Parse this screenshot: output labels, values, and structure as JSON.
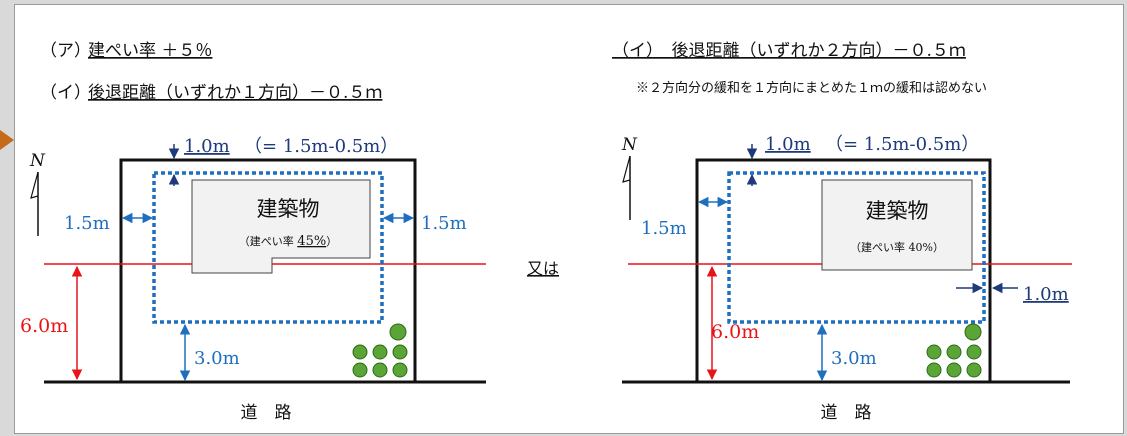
{
  "left": {
    "item_a_label": "（ア）",
    "item_a_text": "建ぺい率 ＋５％",
    "item_i_label": "（イ）",
    "item_i_text": "後退距離（いずれか１方向）－０.５ｍ",
    "top_dim": "1.0m",
    "top_dim_note": "（= 1.5m-0.5m）",
    "left_dim": "1.5m",
    "right_dim": "1.5m",
    "bottom_dim": "3.0m",
    "red_dim": "6.0m",
    "building_label": "建築物",
    "ratio_prefix": "（建ぺい率 ",
    "ratio_value": "45%",
    "ratio_suffix": "）",
    "north": "N",
    "road": "道　路"
  },
  "middle": {
    "or_label": "又は"
  },
  "right": {
    "title": "（イ）　後退距離（いずれか２方向）－０.５ｍ",
    "note": "※２方向分の緩和を１方向にまとめた１ｍの緩和は認めない",
    "top_dim": "1.0m",
    "top_dim_note": "（= 1.5m-0.5m）",
    "left_dim": "1.5m",
    "right_dim": "1.0m",
    "bottom_dim": "3.0m",
    "red_dim": "6.0m",
    "building_label": "建築物",
    "ratio_label": "（建ぺい率 40%）",
    "north": "N",
    "road": "道　路"
  },
  "colors": {
    "blue_dim": "#1f6fbf",
    "navy": "#1f3a7a",
    "red": "#e8141a",
    "boundary": "#1e6fc0",
    "tree": "#5aa535",
    "building_fill": "#f2f2f2"
  }
}
